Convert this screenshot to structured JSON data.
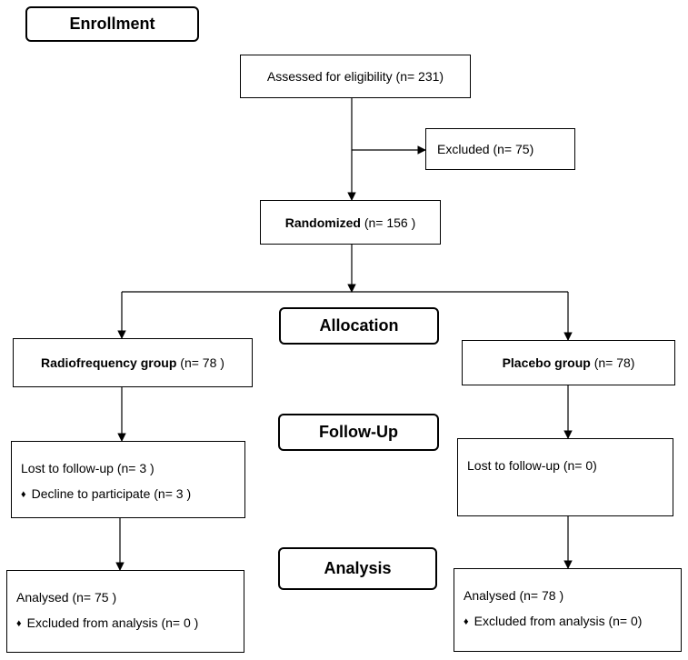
{
  "stages": {
    "enrollment": "Enrollment",
    "allocation": "Allocation",
    "follow_up": "Follow-Up",
    "analysis": "Analysis"
  },
  "assessed": {
    "label": "Assessed  for eligibility",
    "count": "(n= 231)"
  },
  "excluded": {
    "label": "Excluded",
    "count": "(n= 75)"
  },
  "randomized": {
    "label": "Randomized",
    "count": "(n= 156 )"
  },
  "groups": [
    {
      "name": "Radiofrequency  group",
      "count": "(n= 78 )",
      "follow_up": {
        "lost": "Lost to follow-up  (n= 3 )",
        "reason": "Decline to participate  (n= 3 )"
      },
      "analysis": {
        "analysed": "Analysed  (n= 75 )",
        "excluded": "Excluded from analysis  (n= 0 )"
      }
    },
    {
      "name": "Placebo  group",
      "count": "(n= 78)",
      "follow_up": {
        "lost": "Lost to follow-up  (n= 0)"
      },
      "analysis": {
        "analysed": "Analysed  (n= 78 )",
        "excluded": "Excluded from analysis  (n= 0)"
      }
    }
  ],
  "bullet_symbol": "♦"
}
